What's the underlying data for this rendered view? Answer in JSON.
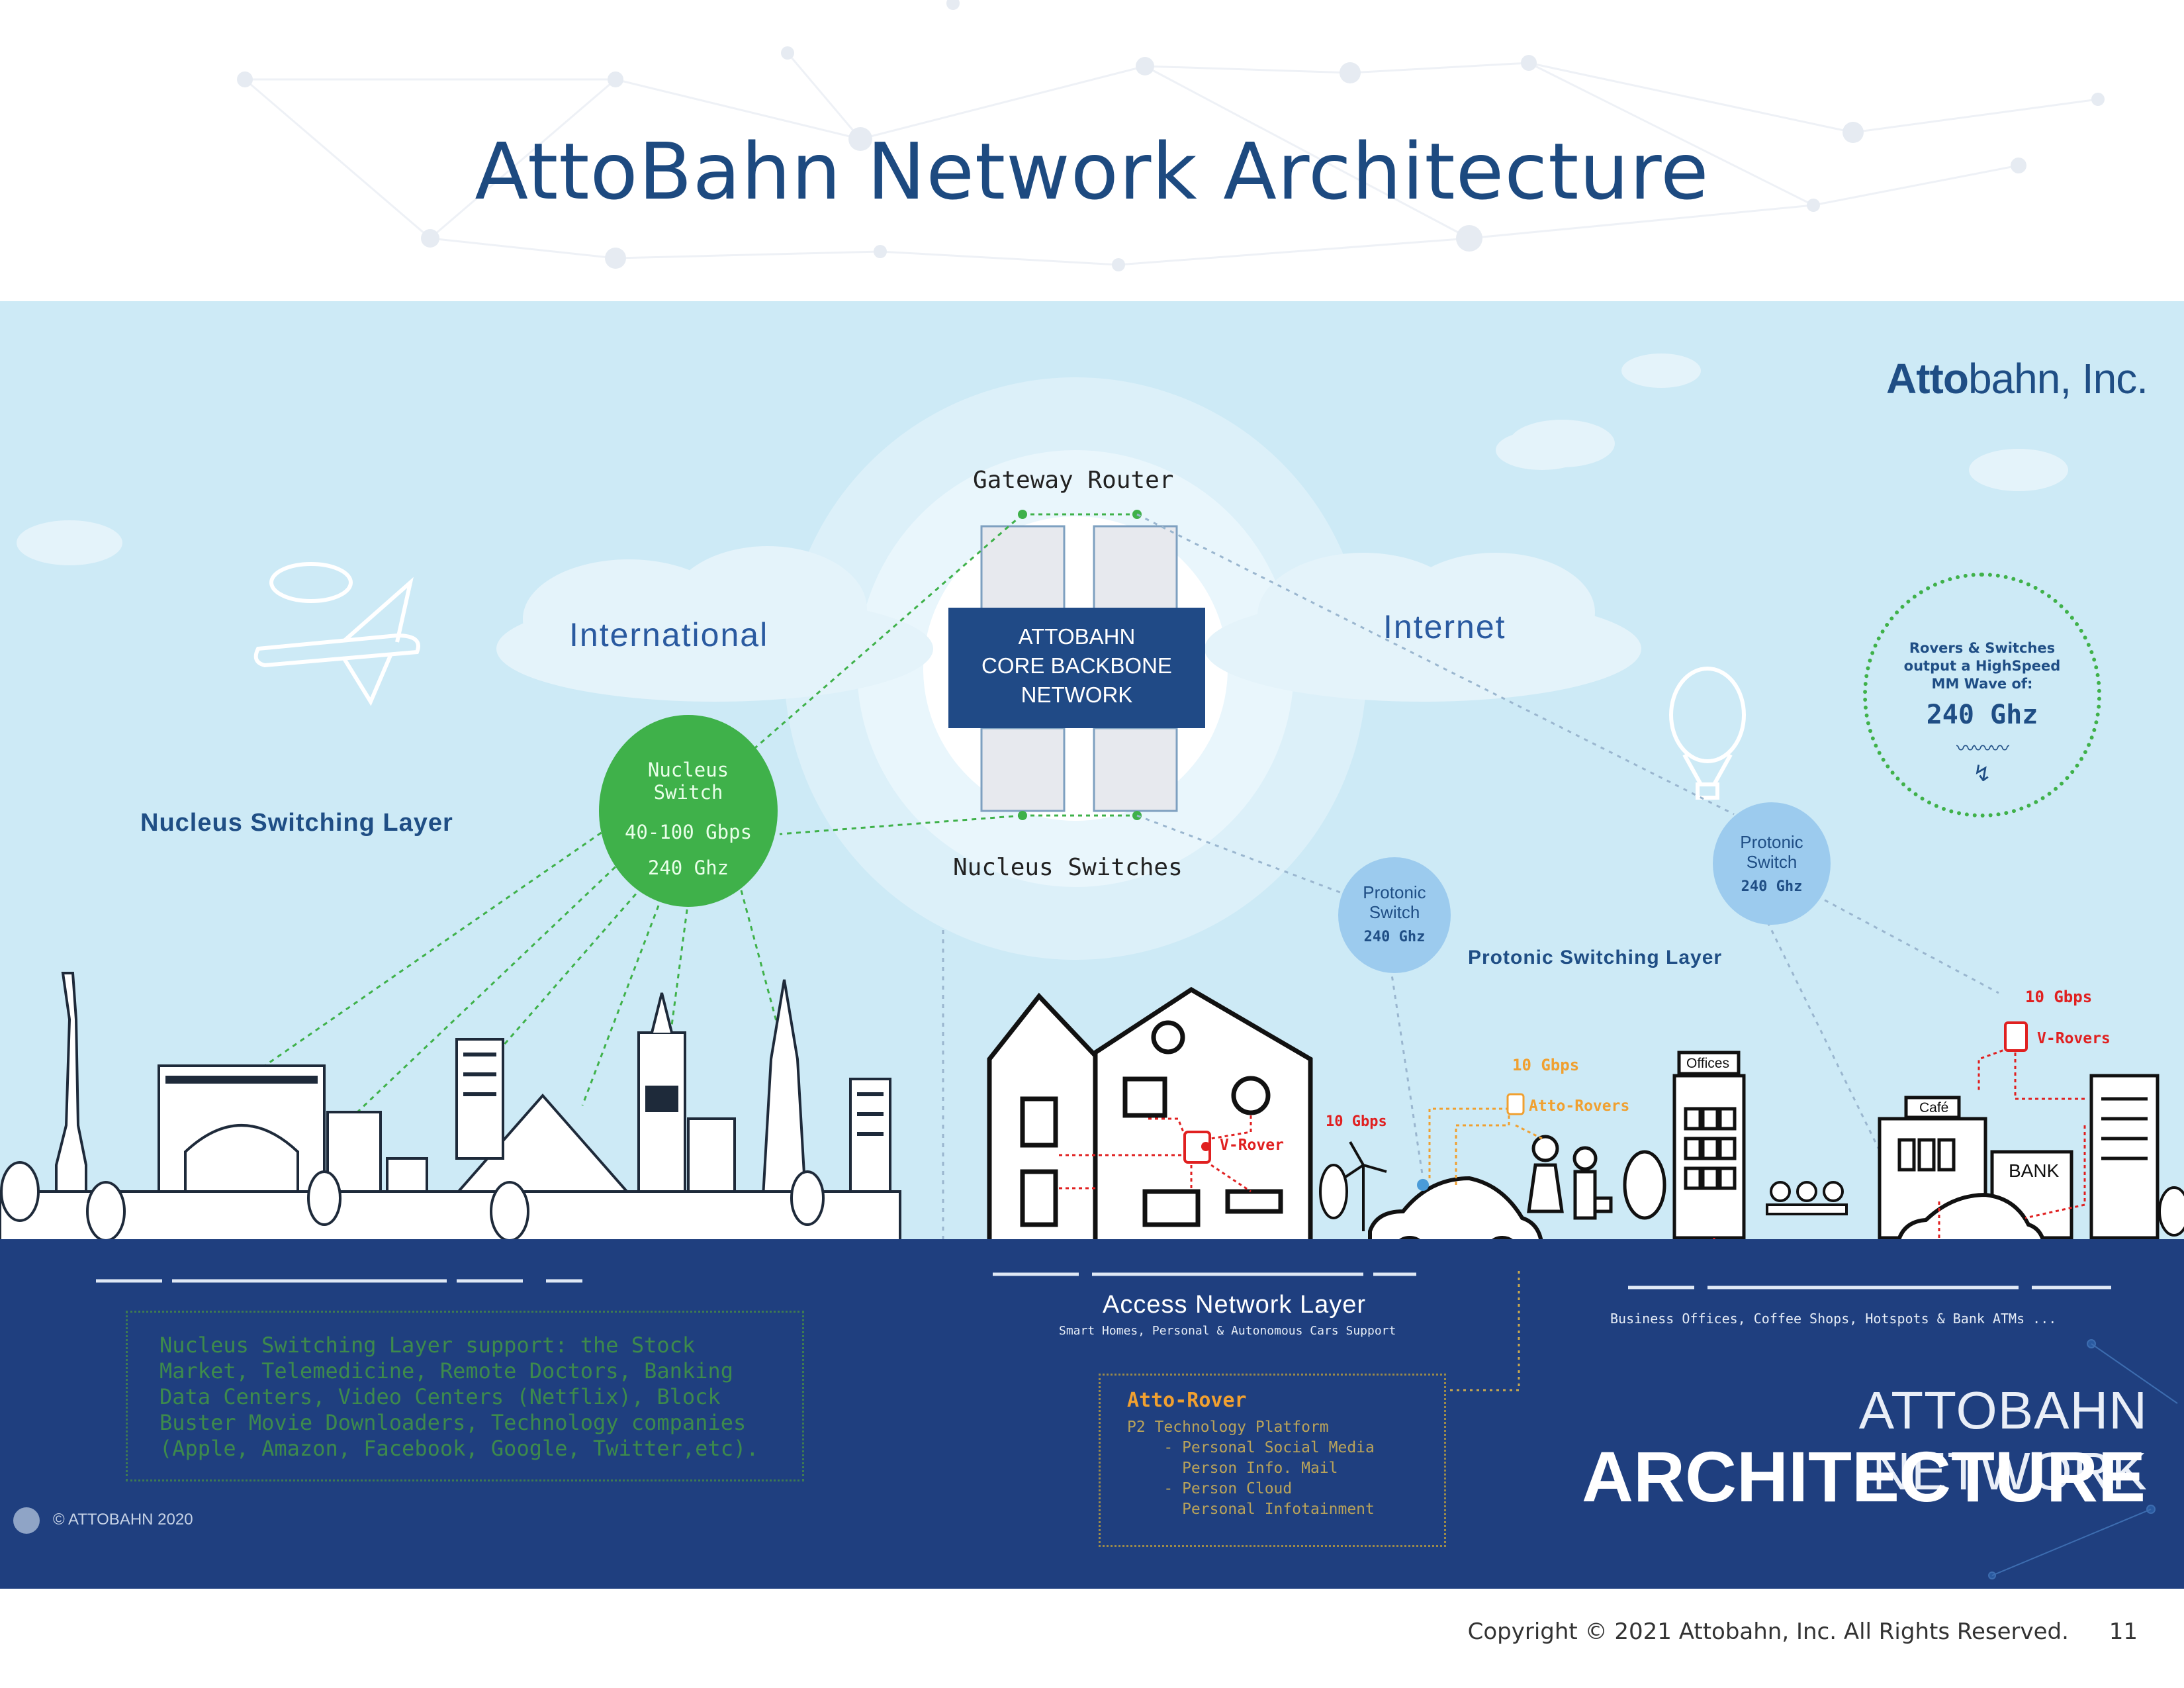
{
  "slide": {
    "title": "AttoBahn Network Architecture",
    "footer": "Copyright © 2021 Attobahn, Inc. All Rights Reserved.",
    "page_number": "11"
  },
  "diagram": {
    "brand_logo": "Attobahn, Inc.",
    "gateway_router": "Gateway Router",
    "core_lines": [
      "ATTOBAHN",
      "CORE BACKBONE",
      "NETWORK"
    ],
    "nucleus_switches": "Nucleus Switches",
    "international": "International",
    "internet": "Internet",
    "nucleus_switching_layer": "Nucleus Switching Layer",
    "nucleus_switch": {
      "line1": "Nucleus",
      "line2": "Switch",
      "speed": "40-100 Gbps",
      "freq": "240 Ghz"
    },
    "protonic_switch_1": {
      "line1": "Protonic",
      "line2": "Switch",
      "freq": "240 Ghz"
    },
    "protonic_switch_2": {
      "line1": "Protonic",
      "line2": "Switch",
      "freq": "240 Ghz"
    },
    "protonic_switching_layer": "Protonic Switching Layer",
    "wave": {
      "line1": "Rovers & Switches",
      "line2": "output a HighSpeed",
      "line3": "MM Wave of:",
      "freq": "240 Ghz"
    },
    "speed_house": "10 Gbps",
    "v_rover_house": "V-Rover",
    "speed_atto": "10 Gbps",
    "atto_rovers": "Atto-Rovers",
    "speed_right": "10 Gbps",
    "v_rovers_right": "V-Rovers",
    "offices_sign": "Offices",
    "cafe_sign": "Café",
    "bank_sign": "BANK",
    "access_layer_title": "Access Network Layer",
    "access_layer_sub": "Smart Homes, Personal & Autonomous Cars Support",
    "business_caption": "Business Offices, Coffee Shops, Hotspots & Bank ATMs ...",
    "nucleus_support_text": "Nucleus Switching Layer support: the Stock Market, Telemedicine, Remote Doctors, Banking Data Centers, Video Centers (Netflix), Block Buster Movie Downloaders, Technology companies (Apple, Amazon, Facebook, Google, Twitter,etc).",
    "atto_rover_box": {
      "title": "Atto-Rover",
      "lines": [
        "P2 Technology Platform",
        "    - Personal Social Media",
        "      Person Info. Mail",
        "    - Person Cloud",
        "      Personal Infotainment"
      ]
    },
    "big_title_1": "ATTOBAHN NETWORK",
    "big_title_2": "ARCHITECTURE",
    "copyright_2020": "© ATTOBAHN 2020"
  },
  "colors": {
    "title_blue": "#1d4a80",
    "sky": "#cdeaf6",
    "ground": "#1f3f7f",
    "nucleus_green": "#3fb14a",
    "protonic_blue": "#9ccbee",
    "rover_red": "#e02020",
    "accent_orange": "#f0a030"
  }
}
